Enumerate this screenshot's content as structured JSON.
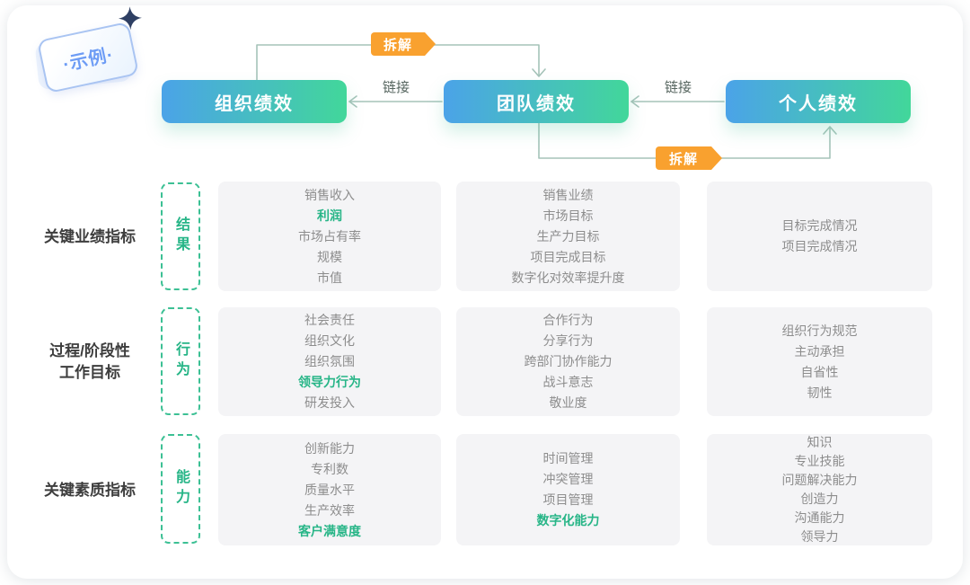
{
  "sample_badge": {
    "label": "·示例·"
  },
  "flow": {
    "nodes": [
      {
        "id": "org",
        "label": "组织绩效"
      },
      {
        "id": "team",
        "label": "团队绩效"
      },
      {
        "id": "personal",
        "label": "个人绩效"
      }
    ],
    "edges": {
      "decompose_top": "拆解",
      "decompose_bottom": "拆解",
      "link_left": "链接",
      "link_right": "链接"
    }
  },
  "rows": [
    {
      "label": "关键业绩指标",
      "tag": "结果",
      "columns": [
        {
          "items": [
            {
              "text": "销售收入"
            },
            {
              "text": "利润",
              "highlight": true
            },
            {
              "text": "市场占有率"
            },
            {
              "text": "规模"
            },
            {
              "text": "市值"
            }
          ]
        },
        {
          "items": [
            {
              "text": "销售业绩"
            },
            {
              "text": "市场目标"
            },
            {
              "text": "生产力目标"
            },
            {
              "text": "项目完成目标"
            },
            {
              "text": "数字化对效率提升度"
            }
          ]
        },
        {
          "items": [
            {
              "text": "目标完成情况"
            },
            {
              "text": "项目完成情况"
            }
          ]
        }
      ]
    },
    {
      "label": "过程/阶段性\n工作目标",
      "tag": "行为",
      "columns": [
        {
          "items": [
            {
              "text": "社会责任"
            },
            {
              "text": "组织文化"
            },
            {
              "text": "组织氛围"
            },
            {
              "text": "领导力行为",
              "highlight": true
            },
            {
              "text": "研发投入"
            }
          ]
        },
        {
          "items": [
            {
              "text": "合作行为"
            },
            {
              "text": "分享行为"
            },
            {
              "text": "跨部门协作能力"
            },
            {
              "text": "战斗意志"
            },
            {
              "text": "敬业度"
            }
          ]
        },
        {
          "items": [
            {
              "text": "组织行为规范"
            },
            {
              "text": "主动承担"
            },
            {
              "text": "自省性"
            },
            {
              "text": "韧性"
            }
          ]
        }
      ]
    },
    {
      "label": "关键素质指标",
      "tag": "能力",
      "columns": [
        {
          "items": [
            {
              "text": "创新能力"
            },
            {
              "text": "专利数"
            },
            {
              "text": "质量水平"
            },
            {
              "text": "生产效率"
            },
            {
              "text": "客户满意度",
              "highlight": true
            }
          ]
        },
        {
          "items": [
            {
              "text": "时间管理"
            },
            {
              "text": "冲突管理"
            },
            {
              "text": "项目管理"
            },
            {
              "text": "数字化能力",
              "highlight": true
            }
          ]
        },
        {
          "items": [
            {
              "text": "知识"
            },
            {
              "text": "专业技能"
            },
            {
              "text": "问题解决能力"
            },
            {
              "text": "创造力"
            },
            {
              "text": "沟通能力"
            },
            {
              "text": "领导力"
            }
          ]
        }
      ]
    }
  ],
  "colors": {
    "node_gradient_start": "#4BA3E8",
    "node_gradient_end": "#42D79A",
    "connector_line": "#A5C3B9",
    "orange_badge": "#F9A12F",
    "highlight_green": "#27B587",
    "dashed_tag_border": "#3CC094",
    "item_text": "#8D8D8D",
    "row_label_text": "#3D3D3D",
    "sample_blue": "#6D9CF5",
    "card_background": "#F4F4F6"
  }
}
